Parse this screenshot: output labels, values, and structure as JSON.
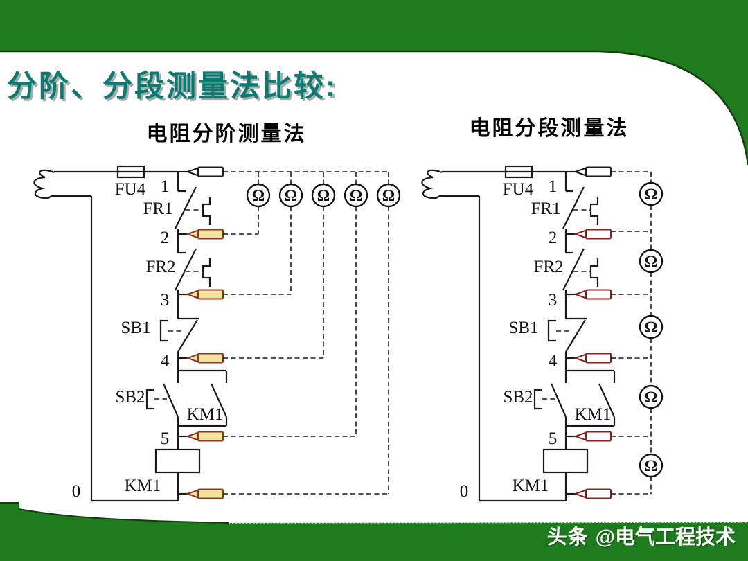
{
  "header": {
    "title": "分阶、分段测量法比较:"
  },
  "left_diagram": {
    "heading": "电阻分阶测量法",
    "fuse_label": "FU4",
    "nodes": [
      "1",
      "2",
      "3",
      "4",
      "5",
      "0"
    ],
    "fr1_label": "FR1",
    "fr2_label": "FR2",
    "sb1_label": "SB1",
    "sb2_label": "SB2",
    "km1_contact_label": "KM1",
    "km1_coil_label": "KM1",
    "meter_symbol": "Ω",
    "meter_count": 5
  },
  "right_diagram": {
    "heading": "电阻分段测量法",
    "fuse_label": "FU4",
    "nodes": [
      "1",
      "2",
      "3",
      "4",
      "5",
      "0"
    ],
    "fr1_label": "FR1",
    "fr2_label": "FR2",
    "sb1_label": "SB1",
    "sb2_label": "SB2",
    "km1_contact_label": "KM1",
    "km1_coil_label": "KM1",
    "meter_symbol": "Ω",
    "meter_count": 5
  },
  "footer": {
    "brand": "头条",
    "handle": "@电气工程技术"
  },
  "colors": {
    "band_green": "#1e7b1e",
    "band_edge": "#133d10",
    "title_teal": "#0c7a73",
    "title_shadow": "#a3ada7",
    "probe_left_fill": "#f6e2a0",
    "probe_left_stroke": "#8a3a20",
    "probe_right_fill": "#ffffff",
    "probe_right_stroke": "#8b1f1f",
    "wire_black": "#1a1a1a"
  }
}
